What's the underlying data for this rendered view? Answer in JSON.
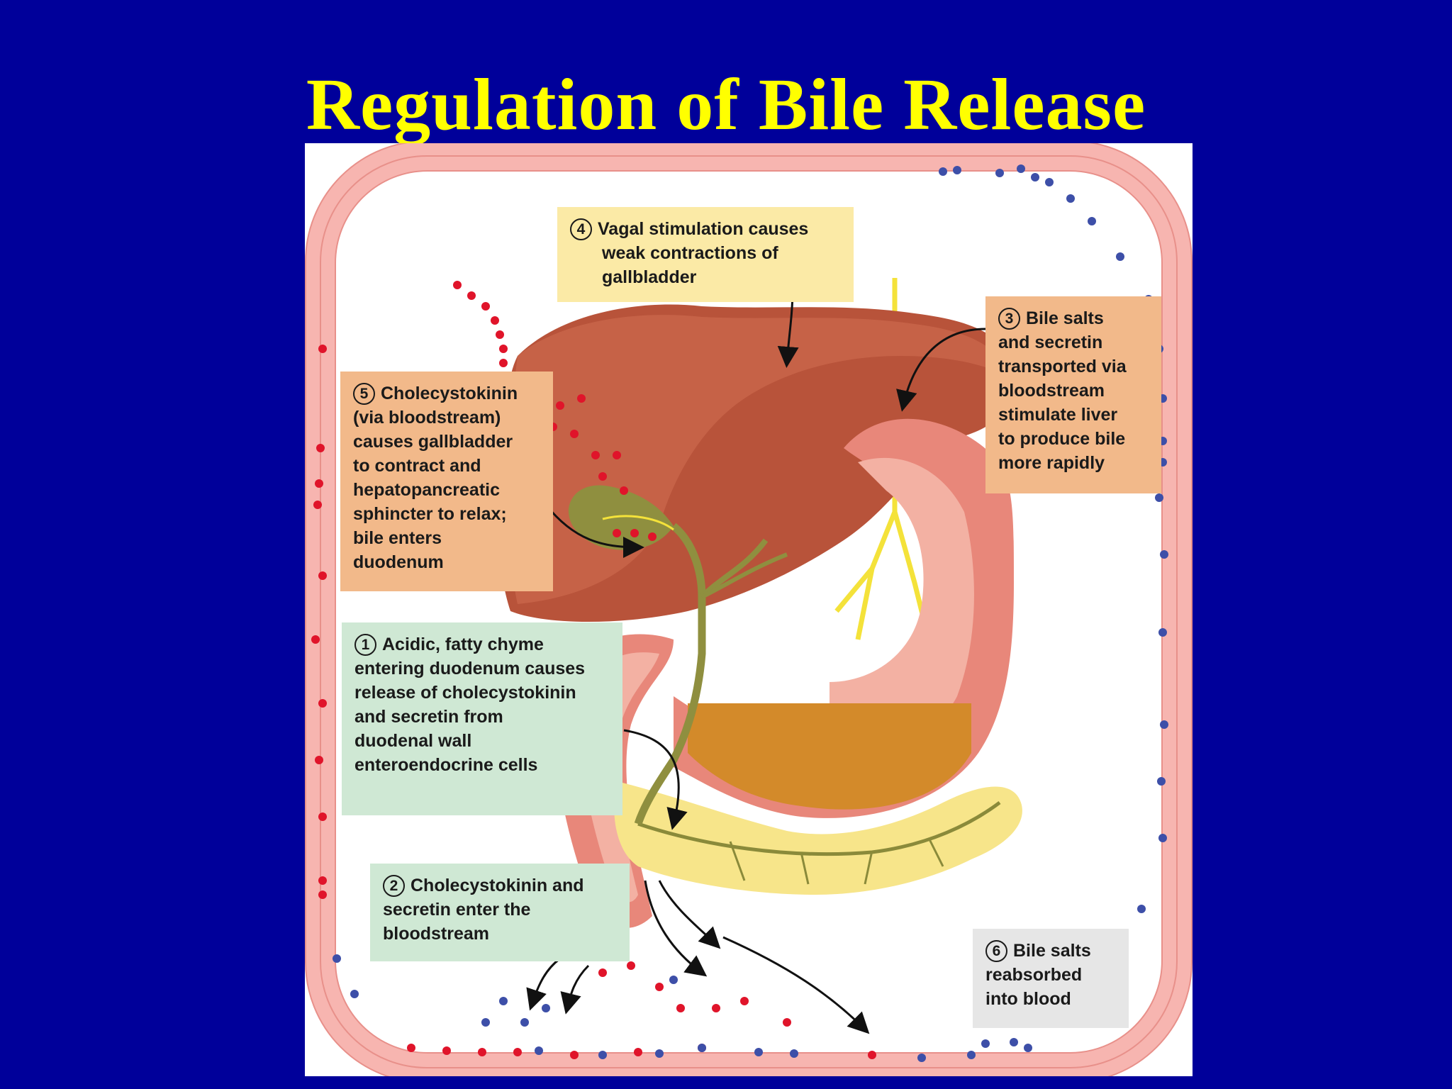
{
  "title": "Regulation of Bile Release",
  "colors": {
    "background": "#00009a",
    "title": "#ffff00",
    "vessel": "#f7b5b0",
    "cck_dot": "#e0142a",
    "bile_salt_dot": "#3d4fa8"
  },
  "callouts": {
    "step1": {
      "number": "1",
      "lines": [
        "Acidic, fatty chyme",
        "entering duodenum causes",
        "release of cholecystokinin",
        "and secretin from",
        "duodenal wall",
        "enteroendocrine cells"
      ]
    },
    "step2": {
      "number": "2",
      "lines": [
        "Cholecystokinin and",
        "secretin enter the",
        "bloodstream"
      ]
    },
    "step3": {
      "number": "3",
      "lines": [
        "Bile salts",
        "and secretin",
        "transported via",
        "bloodstream",
        "stimulate liver",
        "to produce bile",
        "more rapidly"
      ]
    },
    "step4": {
      "number": "4",
      "lines": [
        "Vagal stimulation causes",
        "weak contractions of",
        "gallbladder"
      ]
    },
    "step5": {
      "number": "5",
      "lines": [
        "Cholecystokinin",
        "(via bloodstream)",
        "causes gallbladder",
        "to contract and",
        "hepatopancreatic",
        "sphincter to relax;",
        "bile enters",
        "duodenum"
      ]
    },
    "step6": {
      "number": "6",
      "lines": [
        "Bile salts",
        "reabsorbed",
        "into blood"
      ]
    }
  },
  "anatomy_icons": [
    "blood-vessel-loop",
    "liver",
    "gallbladder",
    "stomach",
    "duodenum",
    "pancreas",
    "vagus-nerve"
  ]
}
